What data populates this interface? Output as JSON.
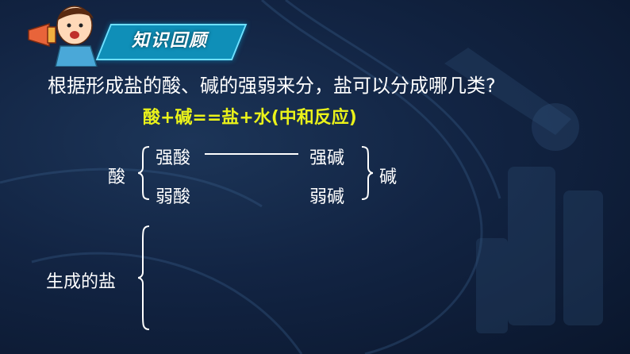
{
  "badge": {
    "title": "知识回顾"
  },
  "question": "根据形成盐的酸、碱的强弱来分，盐可以分成哪几类?",
  "formula": "酸+碱==盐+水(中和反应)",
  "diagram": {
    "acid_label": "酸",
    "strong_acid": "强酸",
    "weak_acid": "弱酸",
    "base_label": "碱",
    "strong_base": "强碱",
    "weak_base": "弱碱",
    "salt_label": "生成的盐"
  },
  "colors": {
    "background": "#122443",
    "badge": "#0f8fb8",
    "formula": "#eaf21a",
    "text": "#ffffff"
  },
  "icons": [
    "megaphone-icon",
    "mascot-avatar"
  ]
}
